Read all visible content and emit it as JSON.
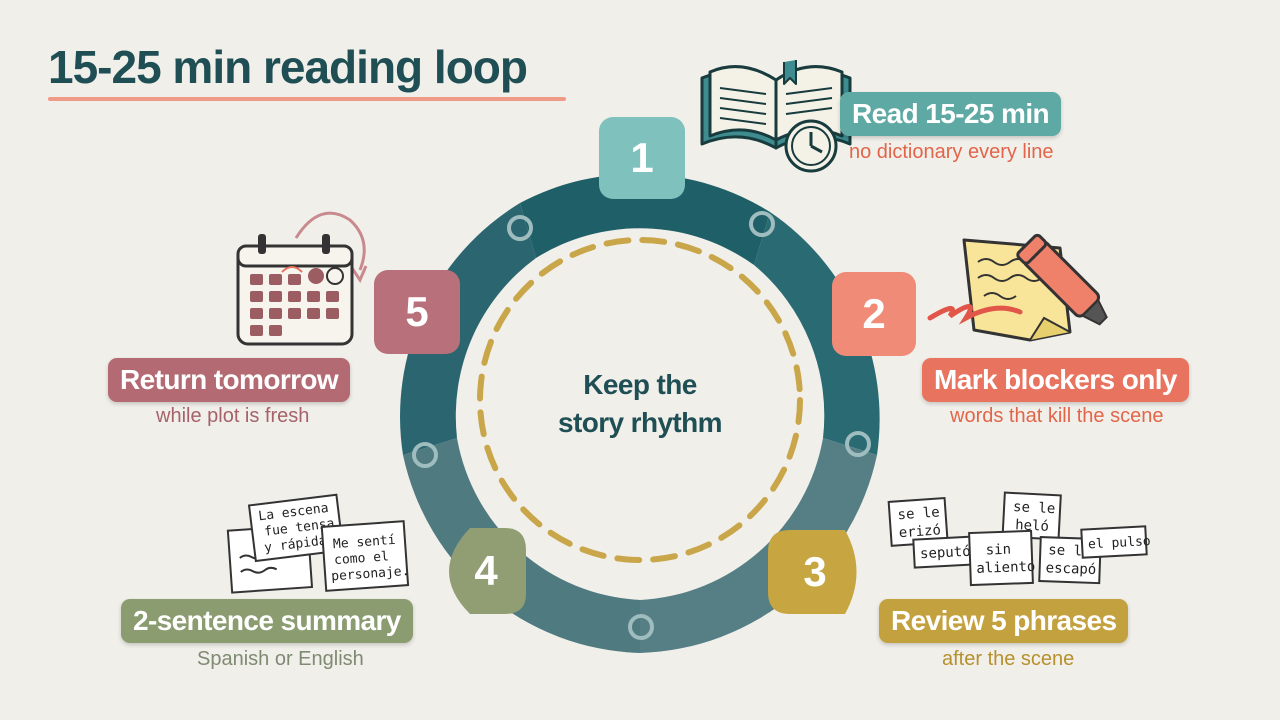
{
  "title": "15-25 min reading loop",
  "center_label": {
    "line1": "Keep the",
    "line2": "story rhythm"
  },
  "steps": [
    {
      "number": "1",
      "label": "Read 15-25 min",
      "sub": "no dictionary every line",
      "color": "#5ea9a3",
      "sub_color": "#e2654a"
    },
    {
      "number": "2",
      "label": "Mark blockers only",
      "sub": "words that kill the scene",
      "color": "#e8735f",
      "sub_color": "#e2654a"
    },
    {
      "number": "3",
      "label": "Review 5 phrases",
      "sub": "after the scene",
      "color": "#c4a13f",
      "sub_color": "#b7902e"
    },
    {
      "number": "4",
      "label": "2-sentence summary",
      "sub": "Spanish or English",
      "color": "#8b9c70",
      "sub_color": "#7f8a72"
    },
    {
      "number": "5",
      "label": "Return tomorrow",
      "sub": "while plot is fresh",
      "color": "#b46a72",
      "sub_color": "#a5626a"
    }
  ],
  "phrase_cards": [
    "se le",
    "erizó",
    "se le",
    "heló",
    "seputó",
    "sin",
    "aliento",
    "se le",
    "escapó",
    "el pulso"
  ],
  "summary_cards": [
    "La escena",
    "fue tensa",
    "y rápida.",
    "Me sentí",
    "como el",
    "personaje."
  ]
}
